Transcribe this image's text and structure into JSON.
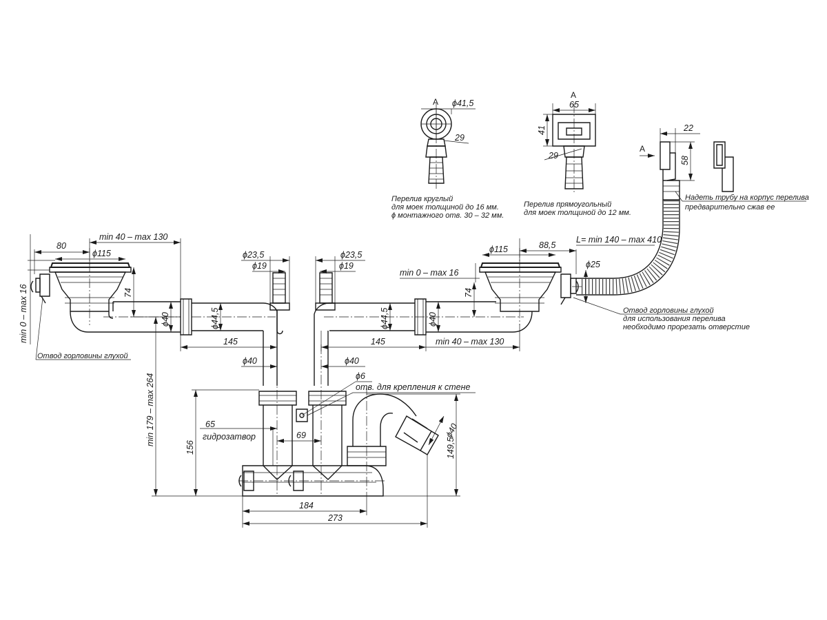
{
  "dims": {
    "min40_max130_left": "min 40 – max 130",
    "d80": "80",
    "d115_left": "ϕ115",
    "min0_max16_left": "min 0 – max 16",
    "d74_left": "74",
    "d40_left_outlet": "ϕ40",
    "d23_5_left": "ϕ23,5",
    "d19_left": "ϕ19",
    "d44_5_left": "ϕ44,5",
    "d145_left": "145",
    "d40_left_vert": "ϕ40",
    "min179_max264": "min 179 – max 264",
    "d65_seal": "65",
    "d156": "156",
    "d69": "69",
    "d184": "184",
    "d273": "273",
    "d23_5_right": "ϕ23,5",
    "d19_right": "ϕ19",
    "min0_max16_right": "min 0 – max 16",
    "d44_5_right": "ϕ44,5",
    "d40_right_outlet": "ϕ40",
    "d145_right": "145",
    "min40_max130_right": "min 40 – max 130",
    "d40_right_vert": "ϕ40",
    "d6": "ϕ6",
    "d40_outlet": "ϕ40",
    "d149_5": "149,5",
    "d74_right": "74",
    "d115_right": "ϕ115",
    "d88_5": "88,5",
    "d25": "ϕ25",
    "hose_length": "L= min 140 – max 410",
    "d22": "22",
    "d58": "58",
    "a_marker_hose": "A",
    "a_round": "A",
    "d41_5": "ϕ41,5",
    "d29_round": "29",
    "a_rect": "A",
    "d65_rect": "65",
    "d41_rect": "41",
    "d29_rect": "29"
  },
  "labels": {
    "plug_outlet_left": "Отвод горловины глухой",
    "water_seal": "гидрозатвор",
    "wall_mount_hole": "отв. для крепления к стене",
    "plug_outlet_right_1": "Отвод горловины глухой",
    "plug_outlet_right_2": "для использования перелива",
    "plug_outlet_right_3": "необходимо прорезать отверстие",
    "hose_note_1": "Надеть трубу на корпус перелива",
    "hose_note_2": "предварительно сжав ее",
    "round_overflow_1": "Перелив круглый",
    "round_overflow_2": "для моек толщиной до 16 мм.",
    "round_overflow_3": "ϕ монтажного отв. 30 – 32 мм.",
    "rect_overflow_1": "Перелив прямоугольный",
    "rect_overflow_2": "для моек толщиной до 12 мм."
  },
  "colors": {
    "line": "#1a1a1a",
    "background": "#ffffff"
  }
}
